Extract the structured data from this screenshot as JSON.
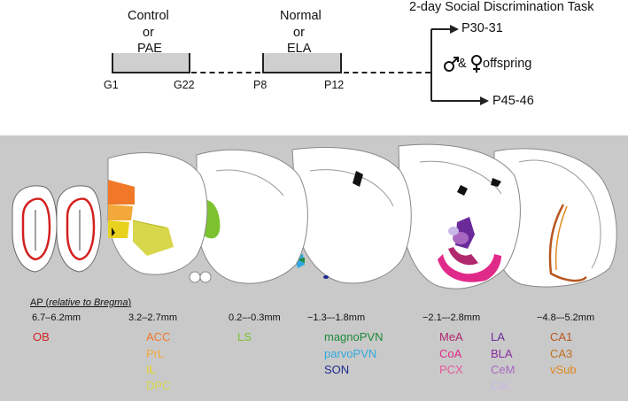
{
  "timeline": {
    "group1_line1": "Control",
    "group1_line2": "or",
    "group1_line3": "PAE",
    "group2_line1": "Normal",
    "group2_line2": "or",
    "group2_line3": "ELA",
    "task_title": "2-day Social Discrimination Task",
    "ticks": [
      "G1",
      "G22",
      "P8",
      "P12"
    ],
    "outcome_top": "P30-31",
    "outcome_bottom": "P45-46",
    "offspring_mid": "&",
    "offspring_label": "offspring"
  },
  "panel": {
    "ap_prefix": "AP (",
    "ap_italic": "relative to Bregma",
    "ap_suffix": ")",
    "sections": [
      {
        "coord": "6.7–6.2mm",
        "labels": [
          {
            "text": "OB",
            "color": "#d42020"
          }
        ]
      },
      {
        "coord": "3.2–2.7mm",
        "labels": [
          {
            "text": "ACC",
            "color": "#f07828"
          },
          {
            "text": "PrL",
            "color": "#f2a93a"
          },
          {
            "text": "IL",
            "color": "#e8d21e"
          },
          {
            "text": "DPC",
            "color": "#d8d64a"
          }
        ]
      },
      {
        "coord": "0.2–-0.3mm",
        "labels": [
          {
            "text": "LS",
            "color": "#7cc22e"
          }
        ]
      },
      {
        "coord": "−1.3–-1.8mm",
        "labels": [
          {
            "text": "magnoPVN",
            "color": "#1e8a3a"
          },
          {
            "text": "parvoPVN",
            "color": "#30a8de"
          },
          {
            "text": "SON",
            "color": "#1e2a8c"
          }
        ]
      },
      {
        "coord": "−2.1–-2.8mm",
        "labels": [
          {
            "text": "MeA",
            "color": "#b0286e"
          },
          {
            "text": "CoA",
            "color": "#e02a8a"
          },
          {
            "text": "PCX",
            "color": "#e8569a"
          },
          {
            "text": "LA",
            "color": "#6a2a9a"
          },
          {
            "text": "BLA",
            "color": "#8a2aa0"
          },
          {
            "text": "CeM",
            "color": "#a868c2"
          },
          {
            "text": "CeL",
            "color": "#c8b8e6"
          }
        ]
      },
      {
        "coord": "−4.8–-5.2mm",
        "labels": [
          {
            "text": "CA1",
            "color": "#b8561e"
          },
          {
            "text": "CA3",
            "color": "#c0701e"
          },
          {
            "text": "vSub",
            "color": "#e08a1e"
          }
        ]
      }
    ]
  }
}
